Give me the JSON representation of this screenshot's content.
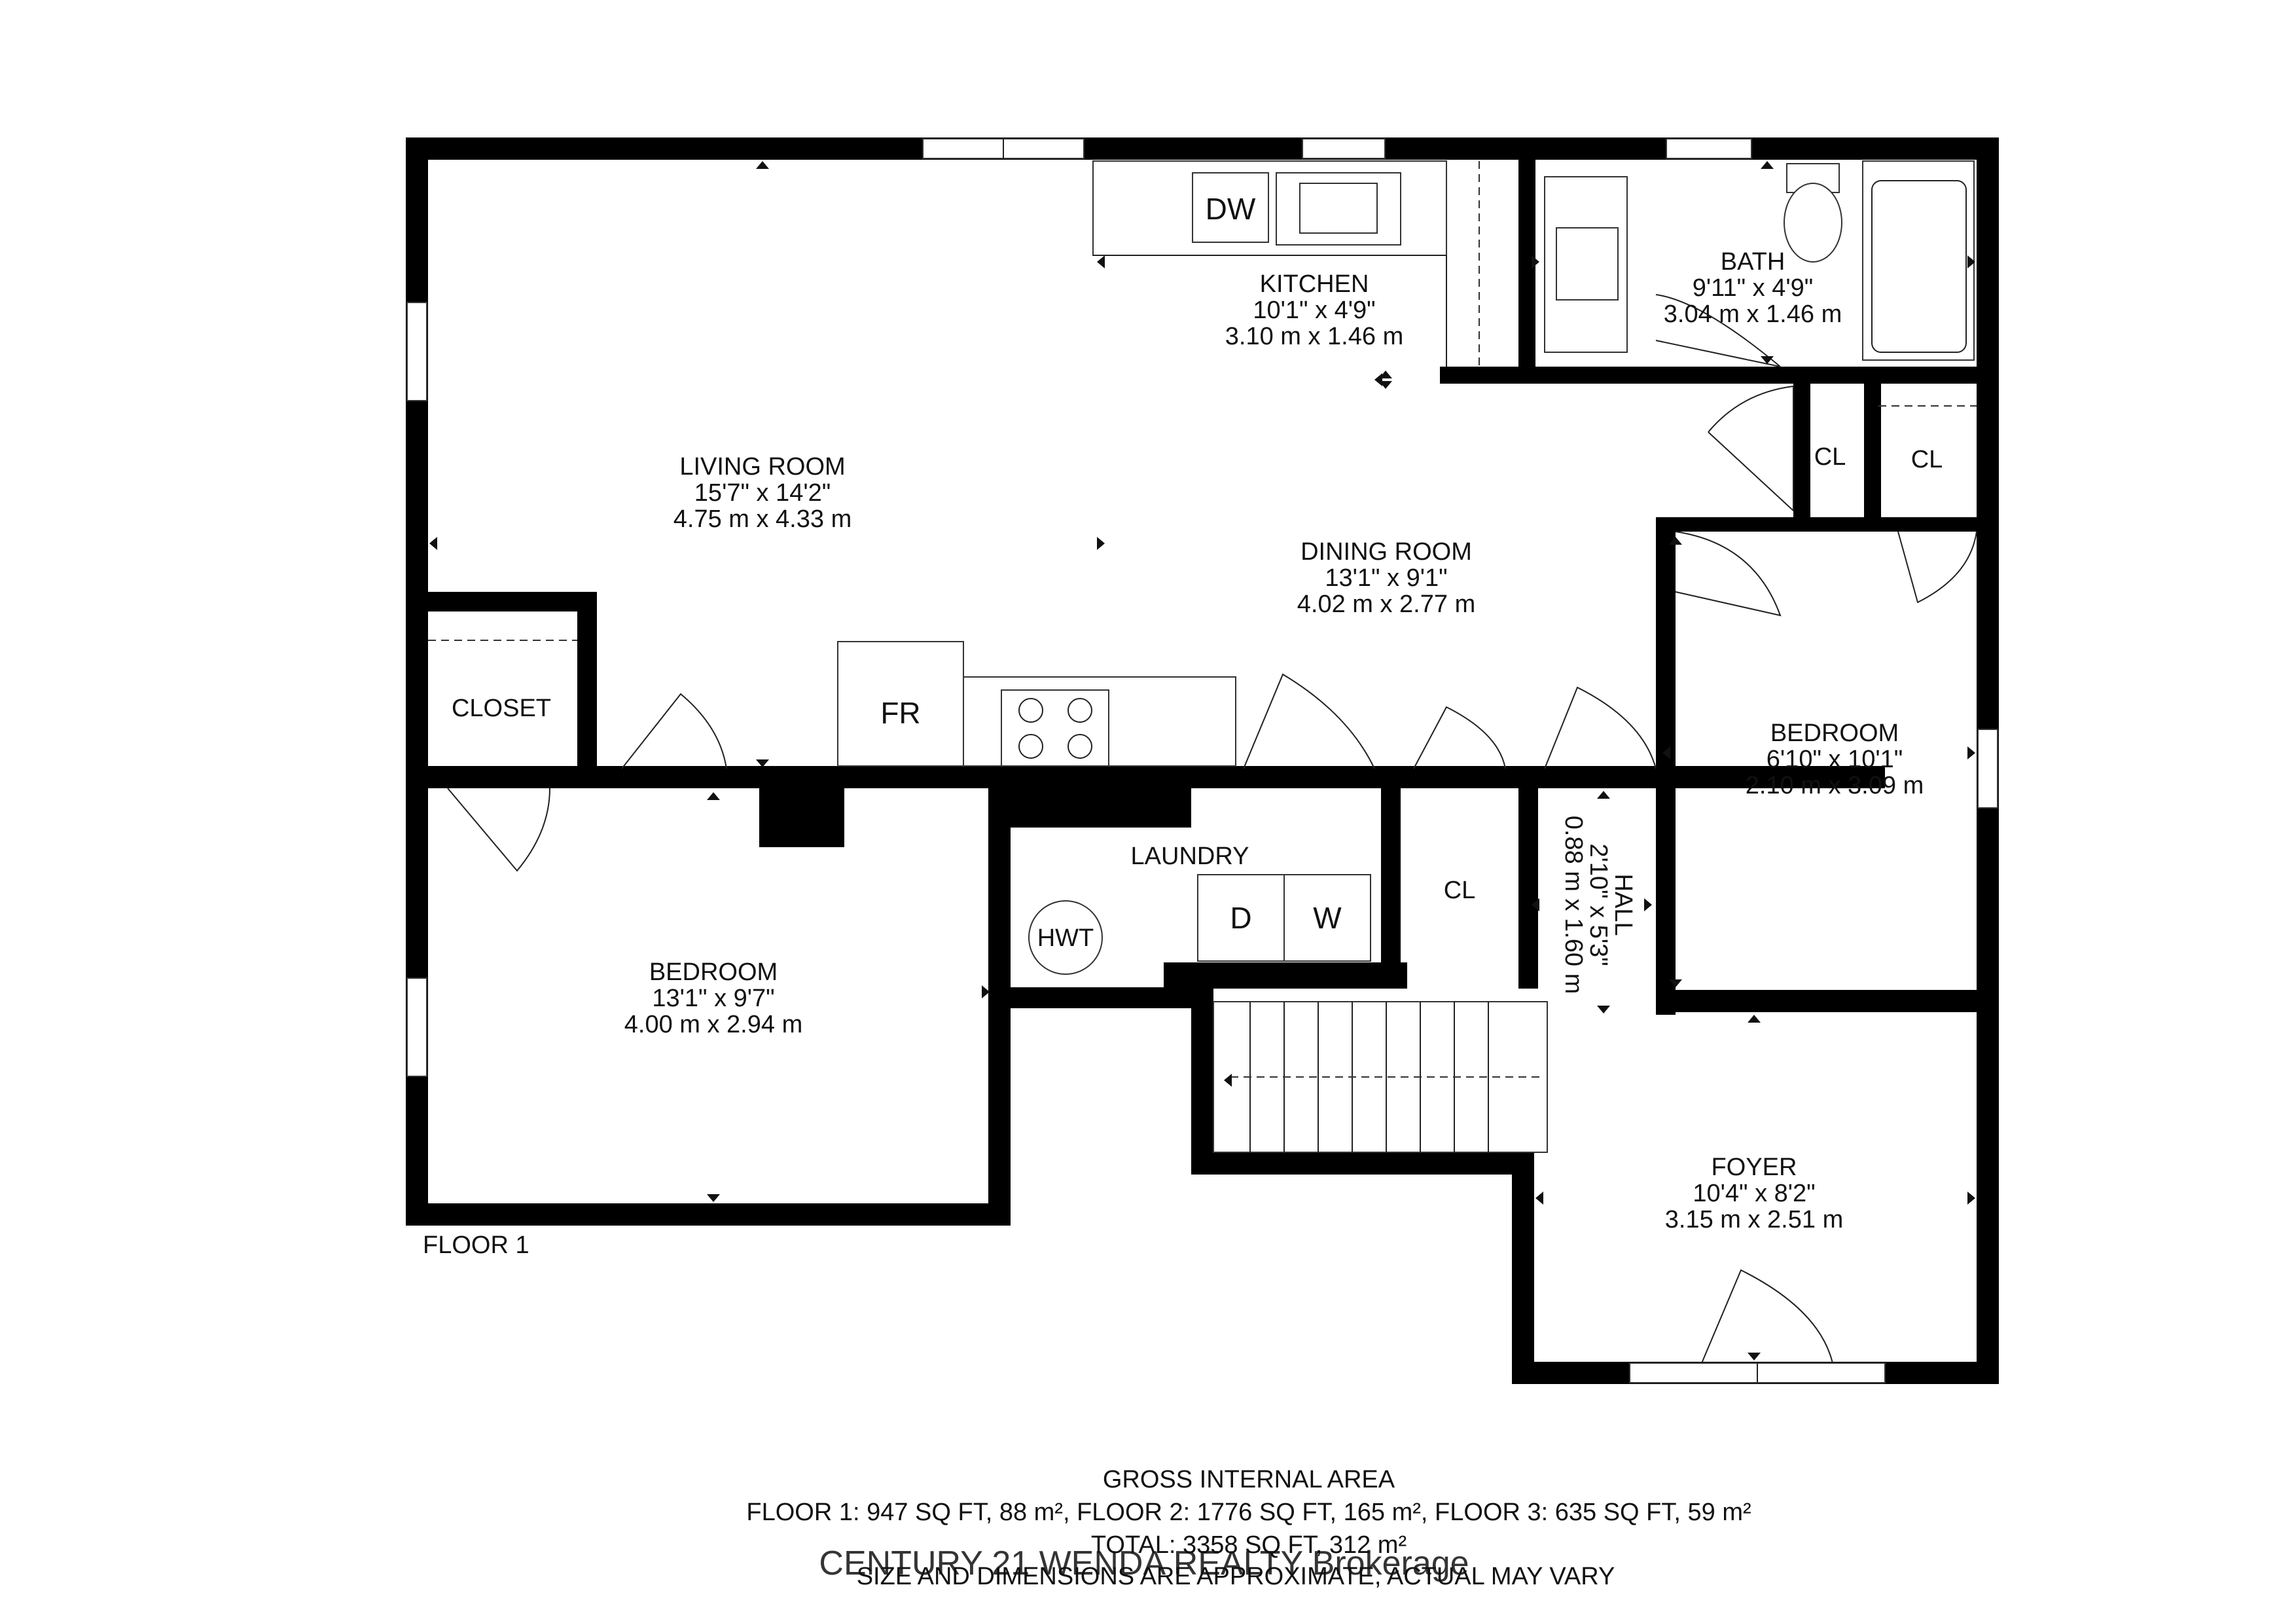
{
  "floor_label": "FLOOR 1",
  "rooms": {
    "living": {
      "name": "LIVING ROOM",
      "imperial": "15'7\" x 14'2\"",
      "metric": "4.75 m x 4.33 m"
    },
    "kitchen": {
      "name": "KITCHEN",
      "imperial": "10'1\" x 4'9\"",
      "metric": "3.10 m x 1.46 m"
    },
    "bath": {
      "name": "BATH",
      "imperial": "9'11\" x 4'9\"",
      "metric": "3.04 m x 1.46 m"
    },
    "dining": {
      "name": "DINING ROOM",
      "imperial": "13'1\" x 9'1\"",
      "metric": "4.02 m x 2.77 m"
    },
    "bedroom_right": {
      "name": "BEDROOM",
      "imperial": "6'10\" x 10'1\"",
      "metric": "2.10 m x 3.09 m"
    },
    "bedroom_left": {
      "name": "BEDROOM",
      "imperial": "13'1\" x 9'7\"",
      "metric": "4.00 m x 2.94 m"
    },
    "laundry": {
      "name": "LAUNDRY"
    },
    "hall": {
      "name": "HALL",
      "imperial": "2'10\" x 5'3\"",
      "metric": "0.88 m x 1.60 m"
    },
    "foyer": {
      "name": "FOYER",
      "imperial": "10'4\" x 8'2\"",
      "metric": "3.15 m x 2.51 m"
    },
    "closet": {
      "name": "CLOSET"
    },
    "cl_upper_left": {
      "name": "CL"
    },
    "cl_upper_right": {
      "name": "CL"
    },
    "cl_center": {
      "name": "CL"
    }
  },
  "fixtures": {
    "dishwasher": "DW",
    "fridge": "FR",
    "dryer": "D",
    "washer": "W",
    "water_heater": "HWT"
  },
  "footer": {
    "heading": "GROSS INTERNAL AREA",
    "floors": "FLOOR 1: 947 SQ FT, 88 m², FLOOR 2: 1776 SQ FT, 165 m², FLOOR 3: 635 SQ FT, 59 m²",
    "total": "TOTAL: 3358 SQ FT, 312 m²",
    "disclaimer": "SIZE AND DIMENSIONS ARE APPROXIMATE, ACTUAL MAY VARY"
  },
  "watermark": "CENTURY 21 WENDA REALTY Brokerage",
  "colors": {
    "wall": "#000000",
    "background": "#ffffff"
  }
}
